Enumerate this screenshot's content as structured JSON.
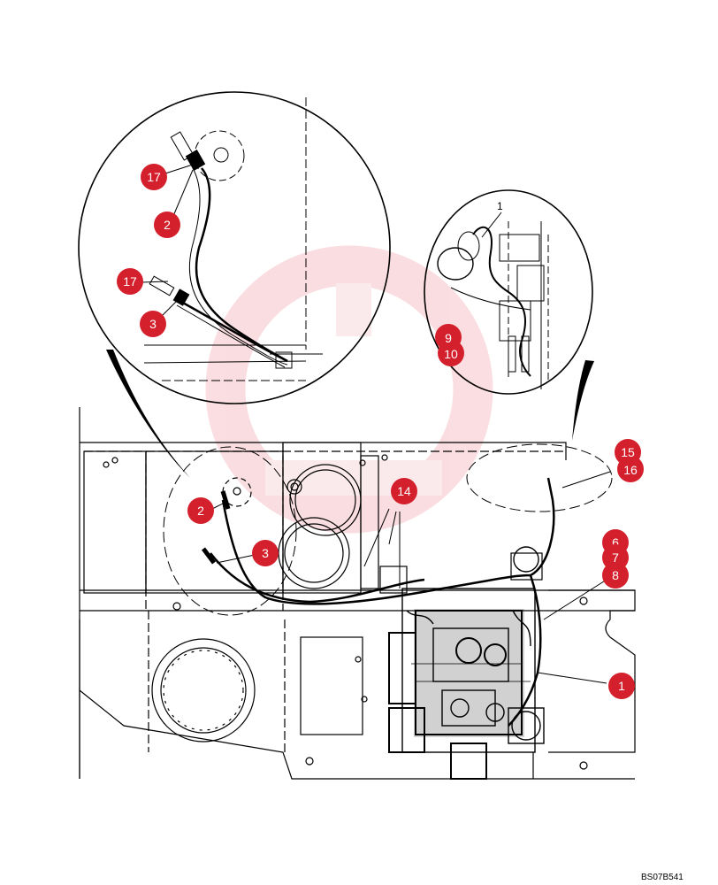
{
  "diagram": {
    "doc_ref": "BS07B541",
    "plain_label": "1",
    "callouts": {
      "c17a": "17",
      "c2a": "2",
      "c17b": "17",
      "c3a": "3",
      "c9": "9",
      "c10": "10",
      "c15": "15",
      "c16": "16",
      "c2b": "2",
      "c3b": "3",
      "c14": "14",
      "c6": "6",
      "c7": "7",
      "c8": "8",
      "c1": "1"
    },
    "colors": {
      "callout": "#d4202c",
      "line": "#000000",
      "watermark": "#f4c4c8"
    }
  }
}
